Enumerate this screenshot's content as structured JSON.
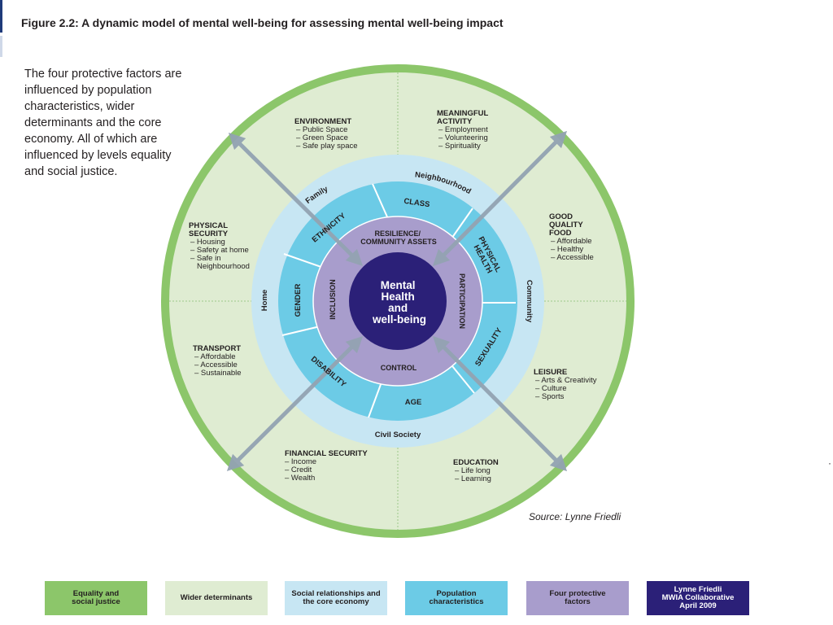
{
  "title": "Figure 2.2: A dynamic model of mental well-being for assessing mental well-being impact",
  "intro": "The four protective factors are influenced by population characteristics, wider determinants and the core economy. All of which are influenced by levels equality and social justice.",
  "source": "Source: Lynne Friedli",
  "edge_mark": "·",
  "colors": {
    "equality": "#8cc66a",
    "wider": "#dfecd2",
    "social": "#c7e6f3",
    "population": "#6ccbe6",
    "protective": "#a89dcc",
    "core": "#2b2078",
    "arrow": "#93a3b2"
  },
  "core": {
    "lines": [
      "Mental",
      "Health",
      "and",
      "well-being"
    ]
  },
  "protective_factors": [
    {
      "label_lines": [
        "RESILIENCE/",
        "COMMUNITY ASSETS"
      ]
    },
    {
      "label": "PARTICIPATION"
    },
    {
      "label": "CONTROL"
    },
    {
      "label": "INCLUSION"
    }
  ],
  "population": {
    "segments": [
      {
        "label": "CLASS"
      },
      {
        "label_lines": [
          "PHYSICAL",
          "HEALTH"
        ]
      },
      {
        "label": "SEXUALITY"
      },
      {
        "label": "AGE"
      },
      {
        "label": "DISABILITY"
      },
      {
        "label": "GENDER"
      },
      {
        "label": "ETHNICITY"
      }
    ]
  },
  "social_ring": {
    "labels": {
      "neighbourhood": "Neighbourhood",
      "family": "Family",
      "community": "Community",
      "home": "Home",
      "civil_society": "Civil Society"
    }
  },
  "wider_determinants": [
    {
      "heading_lines": [
        "ENVIRONMENT"
      ],
      "items": [
        "– Public Space",
        "– Green Space",
        "– Safe play space"
      ]
    },
    {
      "heading_lines": [
        "MEANINGFUL",
        "ACTIVITY"
      ],
      "items": [
        "– Employment",
        "– Volunteering",
        "– Spirituality"
      ]
    },
    {
      "heading_lines": [
        "GOOD",
        "QUALITY",
        "FOOD"
      ],
      "items": [
        "– Affordable",
        "– Healthy",
        "– Accessible"
      ]
    },
    {
      "heading_lines": [
        "LEISURE"
      ],
      "items": [
        "– Arts & Creativity",
        "– Culture",
        "– Sports"
      ]
    },
    {
      "heading_lines": [
        "EDUCATION"
      ],
      "items": [
        "– Life long",
        "– Learning"
      ]
    },
    {
      "heading_lines": [
        "FINANCIAL SECURITY"
      ],
      "items": [
        "– Income",
        "– Credit",
        "– Wealth"
      ]
    },
    {
      "heading_lines": [
        "TRANSPORT"
      ],
      "items": [
        "– Affordable",
        "– Accessible",
        "– Sustainable"
      ]
    },
    {
      "heading_lines": [
        "PHYSICAL",
        "SECURITY"
      ],
      "items": [
        "– Housing",
        "– Safety at home",
        "– Safe in",
        "Neighbourhood"
      ]
    }
  ],
  "legend": [
    {
      "lines": [
        "Equality and",
        "social justice"
      ],
      "color": "#8cc66a",
      "text_color": "#231f20"
    },
    {
      "lines": [
        "Wider determinants"
      ],
      "color": "#dfecd2",
      "text_color": "#231f20"
    },
    {
      "lines": [
        "Social relationships and",
        "the core economy"
      ],
      "color": "#c7e6f3",
      "text_color": "#231f20"
    },
    {
      "lines": [
        "Population",
        "characteristics"
      ],
      "color": "#6ccbe6",
      "text_color": "#231f20"
    },
    {
      "lines": [
        "Four protective",
        "factors"
      ],
      "color": "#a89dcc",
      "text_color": "#231f20"
    },
    {
      "lines": [
        "Lynne Friedli",
        "MWIA Collaborative",
        "April 2009"
      ],
      "color": "#2b2078",
      "text_color": "#ffffff"
    }
  ]
}
